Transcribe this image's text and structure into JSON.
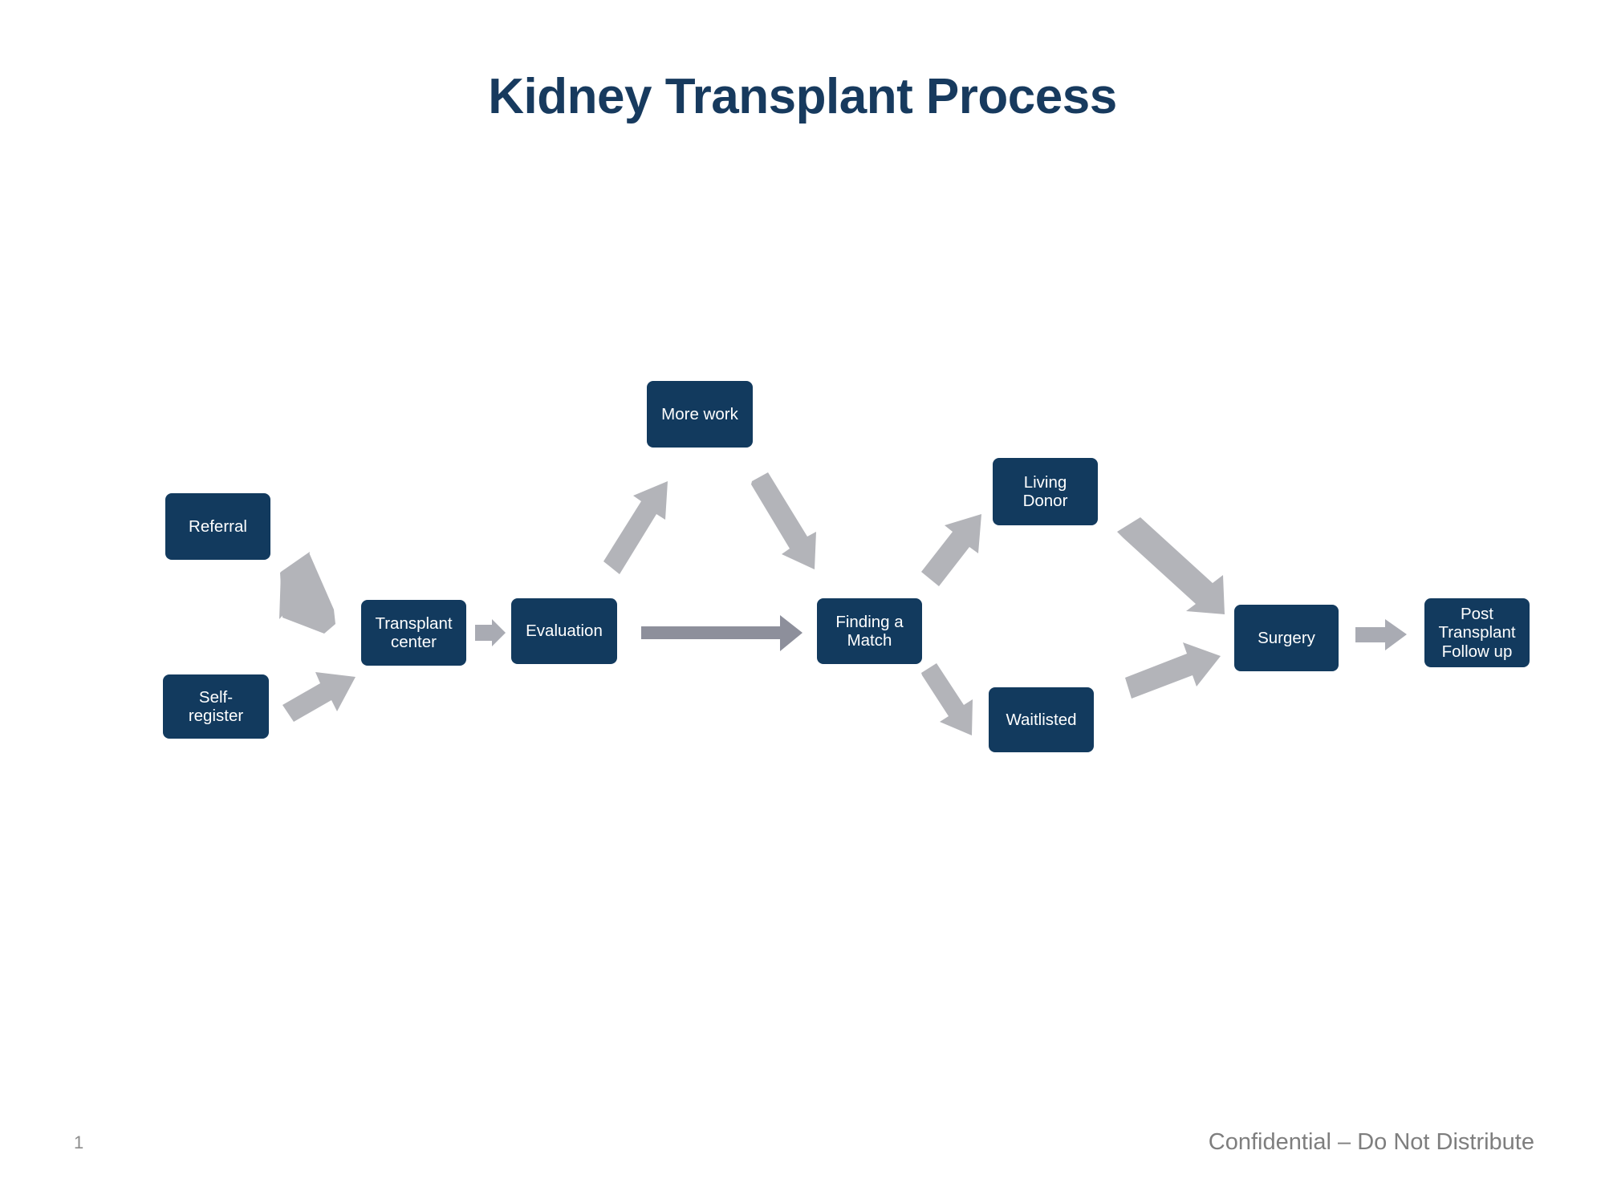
{
  "slide": {
    "title": "Kidney Transplant Process",
    "page_number": "1",
    "footer_note": "Confidential – Do Not Distribute",
    "colors": {
      "node_fill": "#123A5E",
      "node_text": "#FFFFFF",
      "title_text": "#173A5E",
      "arrow_diagonal": "#B3B4B9",
      "arrow_straight": "#8D8F9B",
      "background": "#FFFFFF",
      "footer_text": "#7E7E7E"
    }
  },
  "diagram": {
    "type": "flowchart",
    "nodes": [
      {
        "id": "referral",
        "label": "Referral"
      },
      {
        "id": "self-register",
        "label": "Self-\nregister"
      },
      {
        "id": "transplant-center",
        "label": "Transplant\ncenter"
      },
      {
        "id": "evaluation",
        "label": "Evaluation"
      },
      {
        "id": "more-work",
        "label": "More work"
      },
      {
        "id": "finding-a-match",
        "label": "Finding a\nMatch"
      },
      {
        "id": "living-donor",
        "label": "Living\nDonor"
      },
      {
        "id": "waitlisted",
        "label": "Waitlisted"
      },
      {
        "id": "surgery",
        "label": "Surgery"
      },
      {
        "id": "post-transplant-follow-up",
        "label": "Post\nTransplant\nFollow up"
      }
    ],
    "edges": [
      {
        "from": "referral",
        "to": "transplant-center",
        "style": "diagonal-down-right"
      },
      {
        "from": "self-register",
        "to": "transplant-center",
        "style": "diagonal-up-right"
      },
      {
        "from": "transplant-center",
        "to": "evaluation",
        "style": "straight-right-short"
      },
      {
        "from": "evaluation",
        "to": "more-work",
        "style": "diagonal-up-right"
      },
      {
        "from": "more-work",
        "to": "finding-a-match",
        "style": "diagonal-down-right"
      },
      {
        "from": "evaluation",
        "to": "finding-a-match",
        "style": "straight-right-long"
      },
      {
        "from": "finding-a-match",
        "to": "living-donor",
        "style": "diagonal-up-right"
      },
      {
        "from": "finding-a-match",
        "to": "waitlisted",
        "style": "diagonal-down-right"
      },
      {
        "from": "living-donor",
        "to": "surgery",
        "style": "diagonal-down-right"
      },
      {
        "from": "waitlisted",
        "to": "surgery",
        "style": "diagonal-up-right"
      },
      {
        "from": "surgery",
        "to": "post-transplant-follow-up",
        "style": "straight-right-short"
      }
    ]
  }
}
